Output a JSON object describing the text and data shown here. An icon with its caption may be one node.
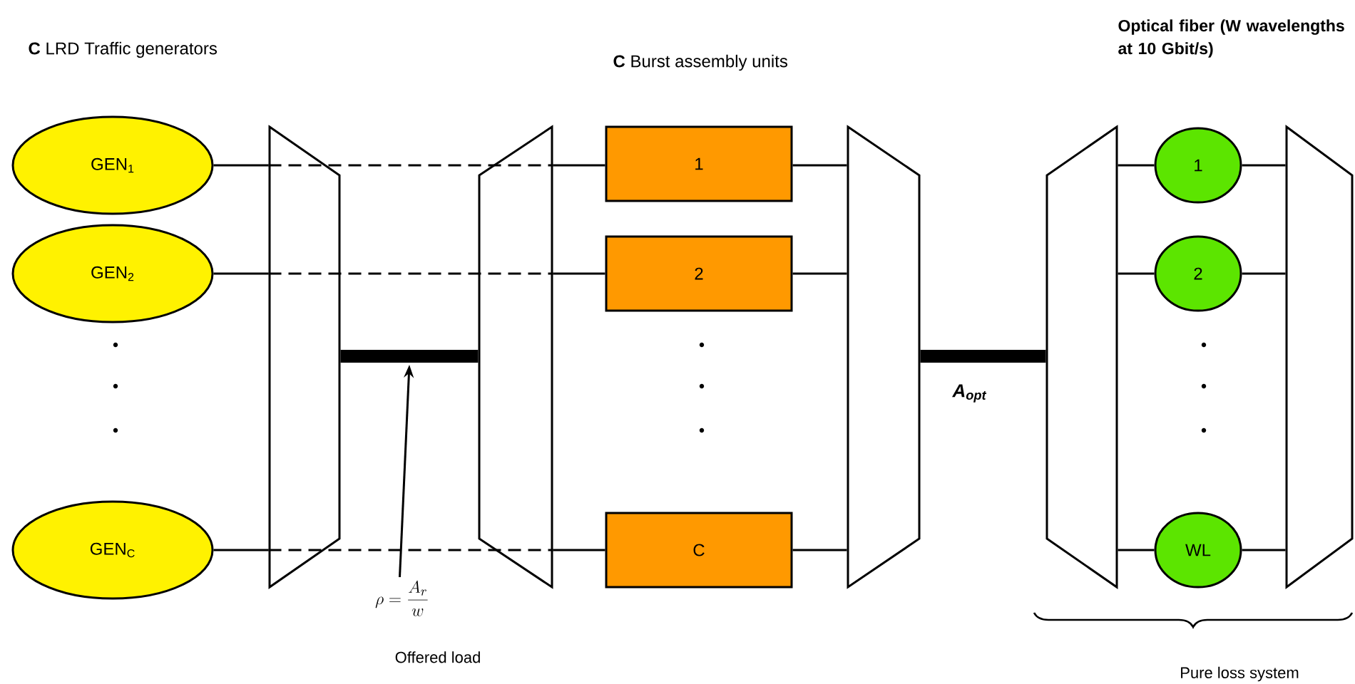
{
  "diagram": {
    "nodes": [
      {
        "text": [
          "GEN$_{1}$"
        ]
      },
      {
        "text": [
          "GEN$_{2}$"
        ]
      },
      {
        "text": [
          "GEN$_{C}$"
        ]
      },
      {
        "text": [],
        "shape": "trapezoid"
      },
      {
        "text": [],
        "shape": "trapezoid"
      },
      {
        "text": [
          "1"
        ]
      },
      {
        "text": [
          "2"
        ]
      },
      {
        "text": [
          "C"
        ]
      },
      {
        "text": [],
        "shape": "trapezoid"
      },
      {
        "text": [],
        "shape": "trapezoid"
      },
      {
        "text": [
          "1"
        ]
      },
      {
        "text": [
          "2"
        ]
      },
      {
        "text": [
          "WL"
        ]
      },
      {
        "text": [],
        "shape": "trapezoid"
      },
      {
        "text": [
          "\\rho = \\frac{A_{r}}{w}"
        ],
        "beside": [
          "Offered load"
        ]
      }
    ],
    "edges": [
      {
        "from": 0,
        "to": 3,
        "arrow": "none"
      },
      {
        "from": 1,
        "to": 3,
        "arrow": "none"
      },
      {
        "from": 2,
        "to": 3,
        "arrow": "none"
      },
      {
        "from": 3,
        "to": 4,
        "arrow": "none",
        "style": "dashed"
      },
      {
        "from": 3,
        "to": 4,
        "arrow": "none",
        "style": "dashed"
      },
      {
        "from": 3,
        "to": 4,
        "arrow": "none",
        "style": "dashed"
      },
      {
        "from": 3,
        "to": 4,
        "arrow": "none",
        "style": "thick"
      },
      {
        "from": 4,
        "to": 5,
        "arrow": "none"
      },
      {
        "from": 4,
        "to": 6,
        "arrow": "none"
      },
      {
        "from": 4,
        "to": 7,
        "arrow": "none"
      },
      {
        "from": 5,
        "to": 8,
        "arrow": "none"
      },
      {
        "from": 6,
        "to": 8,
        "arrow": "none"
      },
      {
        "from": 7,
        "to": 8,
        "arrow": "none"
      },
      {
        "from": 8,
        "to": 9,
        "arrow": "none",
        "style": "thick"
      },
      {
        "from": 9,
        "to": 10,
        "arrow": "none"
      },
      {
        "from": 9,
        "to": 11,
        "arrow": "none"
      },
      {
        "from": 9,
        "to": 12,
        "arrow": "none"
      },
      {
        "from": 10,
        "to": 13,
        "arrow": "none"
      },
      {
        "from": 11,
        "to": 13,
        "arrow": "none"
      },
      {
        "from": 12,
        "to": 13,
        "arrow": "none"
      },
      {
        "from": 14,
        "to": null,
        "arrow": "to"
      }
    ],
    "labels": [
      "**C** LRD Traffic generators",
      "**C** Burst assembly units",
      "Optical fiber (W wavelengths at 10 Gbit/s)",
      "A$_{opt}$",
      "Pure loss system"
    ]
  }
}
